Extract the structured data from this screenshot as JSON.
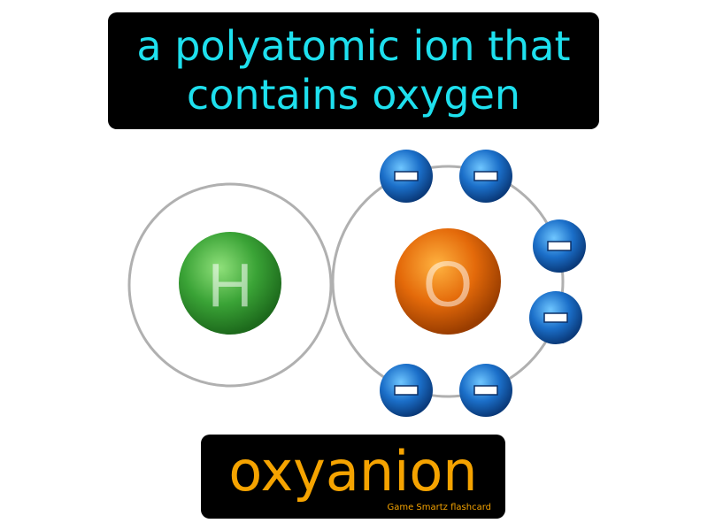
{
  "definition": {
    "line1": "a polyatomic ion that",
    "line2": "contains oxygen"
  },
  "term": "oxyanion",
  "brand": "Game Smartz flashcard",
  "atoms": {
    "left_symbol": "H",
    "right_symbol": "O"
  },
  "electron_count": 6,
  "electron_sign": "−",
  "colors": {
    "definition_text": "#1ee0ee",
    "term_text": "#f5a300",
    "hydrogen": "#3aa336",
    "oxygen": "#e46a0a",
    "electron": "#1b6fc9",
    "orbit": "#b0b0b0"
  }
}
